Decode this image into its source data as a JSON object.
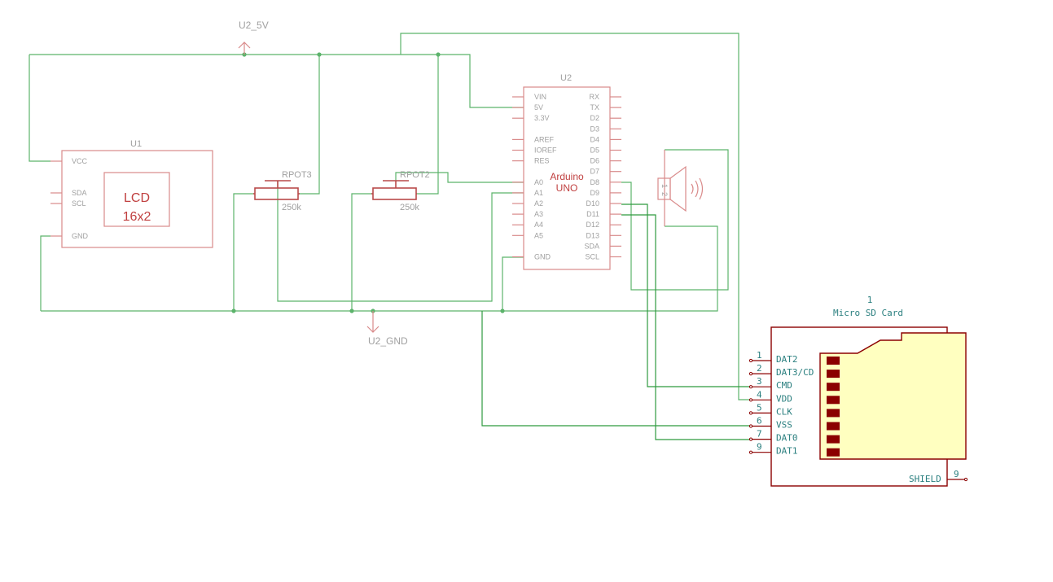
{
  "power": {
    "vcc_label": "U2_5V",
    "gnd_label": "U2_GND"
  },
  "lcd": {
    "ref": "U1",
    "line1": "LCD",
    "line2": "16x2",
    "pins": [
      "VCC",
      "SDA",
      "SCL",
      "GND"
    ]
  },
  "pot1": {
    "ref": "RPOT3",
    "value": "250k"
  },
  "pot2": {
    "ref": "RPOT2",
    "value": "250k"
  },
  "arduino": {
    "ref": "U2",
    "name_line1": "Arduino",
    "name_line2": "UNO",
    "left_pins": [
      "VIN",
      "5V",
      "3.3V",
      "AREF",
      "IOREF",
      "RES",
      "A0",
      "A1",
      "A2",
      "A3",
      "A4",
      "A5",
      "GND"
    ],
    "right_pins": [
      "RX",
      "TX",
      "D2",
      "D3",
      "D4",
      "D5",
      "D6",
      "D7",
      "D8",
      "D9",
      "D10",
      "D11",
      "D12",
      "D13",
      "SDA",
      "SCL"
    ]
  },
  "speaker": {
    "pin1": "1",
    "pin2": "2"
  },
  "sdcard": {
    "ref": "1",
    "name": "Micro SD Card",
    "pins": [
      {
        "num": "1",
        "name": "DAT2"
      },
      {
        "num": "2",
        "name": "DAT3/CD"
      },
      {
        "num": "3",
        "name": "CMD"
      },
      {
        "num": "4",
        "name": "VDD"
      },
      {
        "num": "5",
        "name": "CLK"
      },
      {
        "num": "6",
        "name": "VSS"
      },
      {
        "num": "7",
        "name": "DAT0"
      },
      {
        "num": "9",
        "name": "DAT1"
      }
    ],
    "shield_label": "SHIELD",
    "shield_pin": "9"
  }
}
